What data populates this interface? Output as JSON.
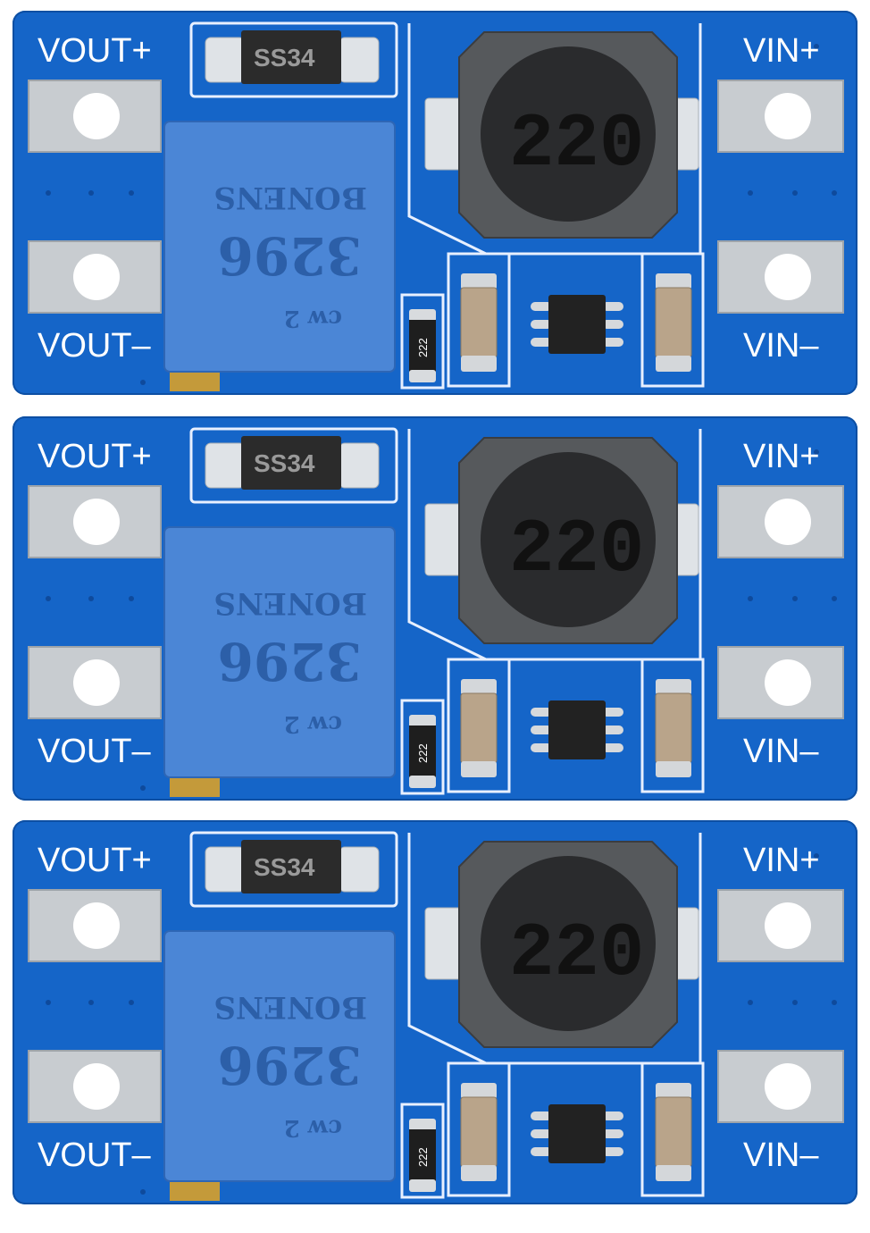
{
  "boards": [
    {
      "labels": {
        "vout_plus": "VOUT+",
        "vout_minus": "VOUT–",
        "vin_plus": "VIN+",
        "vin_minus": "VIN–"
      },
      "diode_marking": "SS34",
      "inductor_marking": "220",
      "pot_brand": "BONENS",
      "pot_model": "3296",
      "pot_marks": "cw 2",
      "resistor_marking": "222"
    },
    {
      "labels": {
        "vout_plus": "VOUT+",
        "vout_minus": "VOUT–",
        "vin_plus": "VIN+",
        "vin_minus": "VIN–"
      },
      "diode_marking": "SS34",
      "inductor_marking": "220",
      "pot_brand": "BONENS",
      "pot_model": "3296",
      "pot_marks": "cw 2",
      "resistor_marking": "222"
    },
    {
      "labels": {
        "vout_plus": "VOUT+",
        "vout_minus": "VOUT–",
        "vin_plus": "VIN+",
        "vin_minus": "VIN–"
      },
      "diode_marking": "SS34",
      "inductor_marking": "220",
      "pot_brand": "BONENS",
      "pot_model": "3296",
      "pot_marks": "cw 2",
      "resistor_marking": "222"
    }
  ],
  "colors": {
    "pcb": "#1565c8",
    "silkscreen": "#e8f0ff",
    "pad": "#c8ccd0",
    "potentiometer": "#4b86d6"
  }
}
